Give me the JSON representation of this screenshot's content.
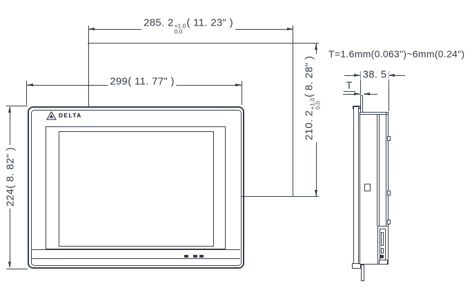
{
  "front_view": {
    "brand": "DELTA"
  },
  "dimensions": {
    "outer_width": "299( 11. 77\" )",
    "outer_height": "224( 8. 82\" )",
    "cutout_width_mm": "285. 2",
    "cutout_width_tol_plus": "+1.0",
    "cutout_width_tol_minus": "0.0",
    "cutout_width_inch": "( 11. 23\" )",
    "cutout_height_mm": "210. 2",
    "cutout_height_tol_plus": "+1.0",
    "cutout_height_tol_minus": "0.0",
    "cutout_height_inch": "( 8. 28\" )",
    "mounting_depth": "38. 5",
    "panel_thickness_symbol": "T",
    "panel_thickness_note": "T=1.6mm(0.063\")~6mm(0.24\")"
  },
  "colors": {
    "ink": "#323a46",
    "background": "#ffffff"
  }
}
